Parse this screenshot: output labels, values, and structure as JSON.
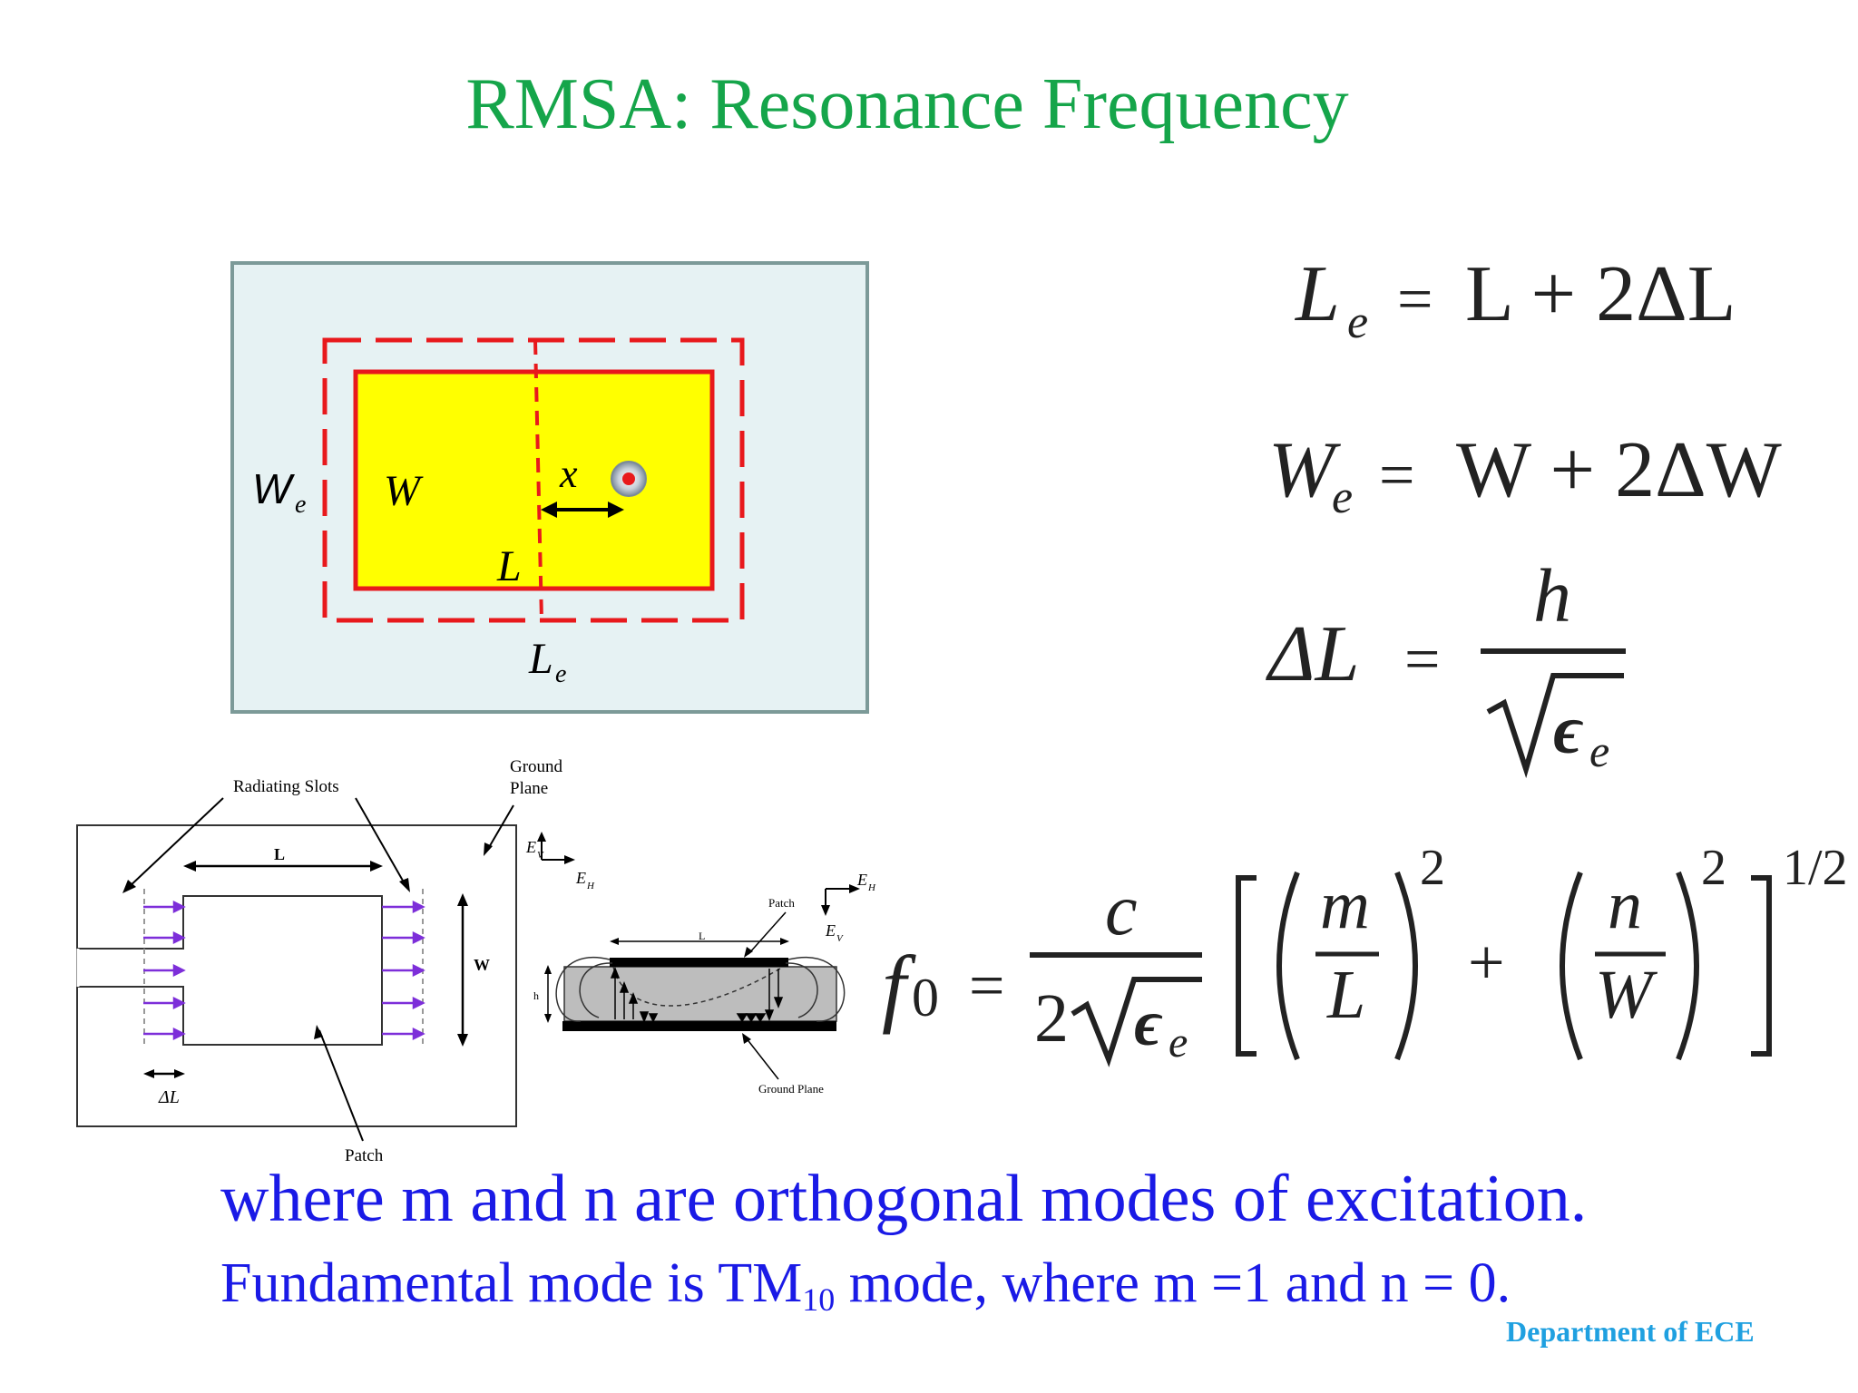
{
  "title": "RMSA: Resonance Frequency",
  "top_diagram": {
    "labels": {
      "We_main": "W",
      "We_sub": "e",
      "W": "W",
      "x": "x",
      "L": "L",
      "Le_main": "L",
      "Le_sub": "e"
    },
    "colors": {
      "substrate": "#e6f2f3",
      "patch": "#ffff00",
      "outline": "#e8191c"
    }
  },
  "formulas": {
    "le_lhs": "L",
    "le_sub": "e",
    "le_rhs": "L + 2ΔL",
    "we_lhs": "W",
    "we_sub": "e",
    "we_rhs": "W + 2ΔW",
    "dl_lhs": "ΔL",
    "dl_num": "h",
    "dl_eps": "ϵ",
    "dl_eps_sub": "e",
    "f0_lhs": "f",
    "f0_sub": "0",
    "f0_num": "c",
    "f0_den_2": "2",
    "f0_eps": "ϵ",
    "f0_eps_sub": "e",
    "m": "m",
    "L": "L",
    "n": "n",
    "W": "W",
    "exp2": "2",
    "plus": "+",
    "half": "1/2",
    "eq": "="
  },
  "plan_view": {
    "radiating_slots": "Radiating Slots",
    "ground_plane_1": "Ground",
    "ground_plane_2": "Plane",
    "L": "L",
    "W": "W",
    "dL": "ΔL",
    "patch": "Patch"
  },
  "side_view": {
    "ev": "E",
    "ev_sub": "V",
    "eh": "E",
    "eh_sub": "H",
    "patch": "Patch",
    "L": "L",
    "h": "h",
    "ground_plane": "Ground Plane"
  },
  "line1": "where m and n are orthogonal modes of excitation.",
  "line2_a": "Fundamental mode is TM",
  "line2_sub": "10",
  "line2_b": " mode, where m =1 and n = 0.",
  "footer": "Department of ECE"
}
